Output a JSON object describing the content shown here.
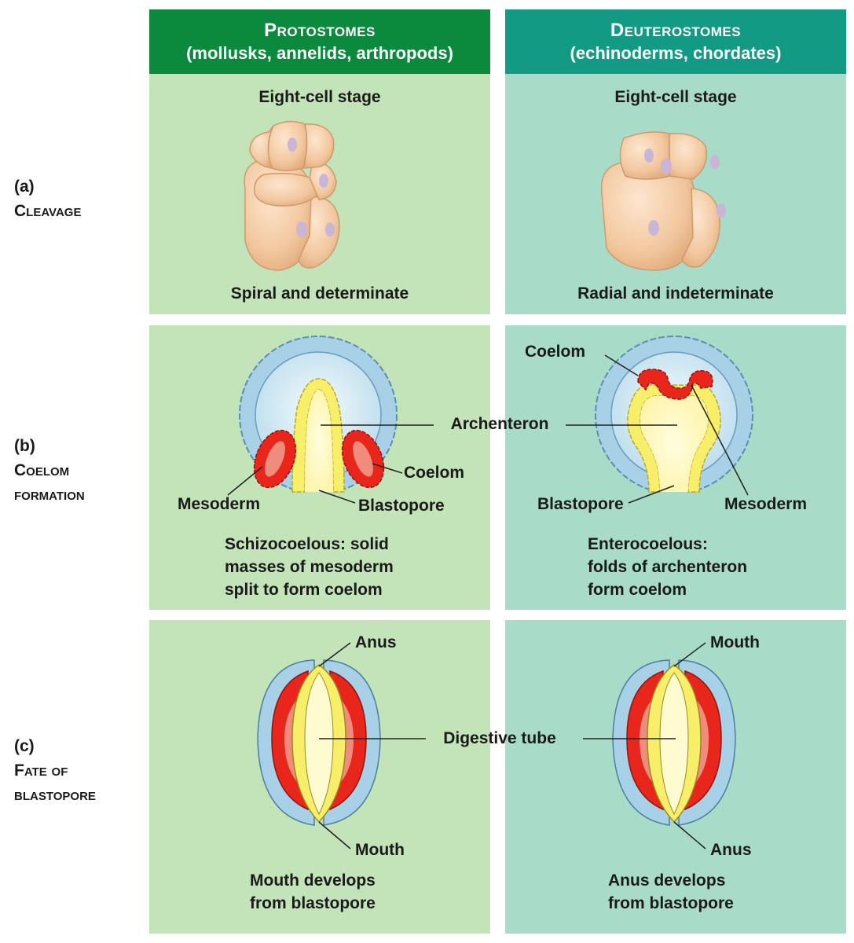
{
  "columns": {
    "left": {
      "title": "Protostomes",
      "subtitle": "(mollusks, annelids, arthropods)",
      "color": "#0b8a3e"
    },
    "right": {
      "title": "Deuterostomes",
      "subtitle": "(echinoderms, chordates)",
      "color": "#129a85"
    }
  },
  "rows": {
    "a": {
      "letter": "(a)",
      "name_line1": "Cleavage",
      "name_line2": ""
    },
    "b": {
      "letter": "(b)",
      "name_line1": "Coelom",
      "name_line2": "formation"
    },
    "c": {
      "letter": "(c)",
      "name_line1": "Fate of",
      "name_line2": "blastopore"
    }
  },
  "cleavage": {
    "left_stage": "Eight-cell stage",
    "right_stage": "Eight-cell stage",
    "left_caption": "Spiral and determinate",
    "right_caption": "Radial and indeterminate"
  },
  "coelom": {
    "archenteron": "Archenteron",
    "left_coelom": "Coelom",
    "left_mesoderm": "Mesoderm",
    "left_blastopore": "Blastopore",
    "right_coelom": "Coelom",
    "right_mesoderm": "Mesoderm",
    "right_blastopore": "Blastopore",
    "left_caption": [
      "Schizocoelous: solid",
      "masses of mesoderm",
      "split to form coelom"
    ],
    "right_caption": [
      "Enterocoelous:",
      "folds of archenteron",
      "form coelom"
    ]
  },
  "blastopore": {
    "digestive_tube": "Digestive tube",
    "left_top": "Anus",
    "left_bottom": "Mouth",
    "right_top": "Mouth",
    "right_bottom": "Anus",
    "left_caption": [
      "Mouth develops",
      "from blastopore"
    ],
    "right_caption": [
      "Anus develops",
      "from blastopore"
    ]
  },
  "colors": {
    "panel_left": "#c3e3b9",
    "panel_right": "#a8dcc9",
    "ectoderm": "#a8d0e6",
    "endoderm": "#f7ee6a",
    "mesoderm": "#e8261c",
    "cell": "#f3c9a0"
  }
}
